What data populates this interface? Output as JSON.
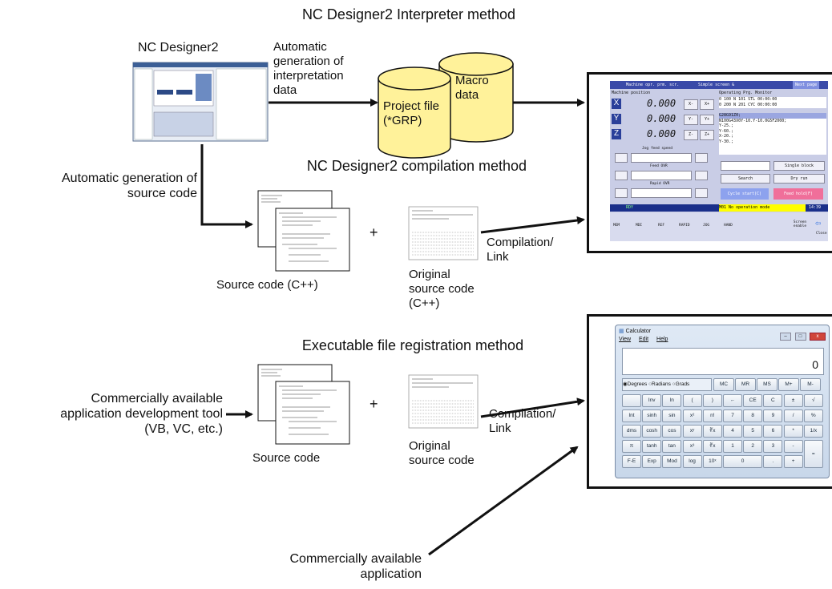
{
  "titles": {
    "interpreter": "NC Designer2 Interpreter method",
    "compilation": "NC Designer2 compilation method",
    "executable": "Executable file registration method"
  },
  "nc_designer_label": "NC Designer2",
  "arrow_labels": {
    "auto_interp": [
      "Automatic",
      "generation of",
      "interpretation",
      "data"
    ],
    "auto_source": [
      "Automatic generation of",
      "source code"
    ],
    "compile1": [
      "Compilation/",
      "Link"
    ],
    "compile2": [
      "Compilation/",
      "Link"
    ]
  },
  "cylinders": {
    "project": [
      "Project file",
      "(*GRP)"
    ],
    "macro": [
      "Macro",
      "data"
    ]
  },
  "captions": {
    "source_cpp": "Source code (C++)",
    "original_cpp": [
      "Original",
      "source code",
      "(C++)"
    ],
    "source": "Source code",
    "original": [
      "Original",
      "source code"
    ],
    "commercial_tool": [
      "Commercially available",
      "application development tool",
      "(VB, VC, etc.)"
    ],
    "commercial_app": [
      "Commercially available",
      "application"
    ]
  },
  "plus": "+",
  "nc_screen": {
    "tabs": [
      "Machine opr. prm. scr.",
      "Simple screen &",
      "Next page"
    ],
    "machine_position": "Machine position",
    "axes": [
      {
        "axis": "X",
        "value": "0.000",
        "minus": "X-",
        "plus": "X+"
      },
      {
        "axis": "Y",
        "value": "0.000",
        "minus": "Y-",
        "plus": "Y+"
      },
      {
        "axis": "Z",
        "value": "0.000",
        "minus": "Z-",
        "plus": "Z+"
      }
    ],
    "jog_feed": "Jog feed speed",
    "feed_ovr": "Feed OVR",
    "rapid_ovr": "Rapid OVR",
    "monitor_title": "Operating Prg. Monitor",
    "monitor_rows": [
      "0  100 N  101 STL  00:00:00",
      "0  200 N  201 CYC  00:00:00"
    ],
    "program": [
      "G28G91Z0;",
      "N100G43X0Y-10.Y-10.0G5F2000;",
      "Y-25.;",
      "Y-60.;",
      "X-20.;",
      "Y-30.;"
    ],
    "single_block": "Single block",
    "search": "Search",
    "dry_run": "Dry run",
    "cycle_start": "Cycle start(C)",
    "feed_hold": "Feed hold(F)",
    "status_left": "RDY",
    "status_msg": "M01 No operation mode",
    "time": "14:39",
    "bottom_keys": [
      "MEM",
      "MDI",
      "REF",
      "RAPID",
      "JOG",
      "HAND",
      "",
      "Screen enable",
      "Close"
    ]
  },
  "calculator": {
    "title": "Calculator",
    "menu": [
      "View",
      "Edit",
      "Help"
    ],
    "display": "0",
    "modes": [
      "Degrees",
      "Radians",
      "Grads"
    ],
    "mem_keys": [
      "MC",
      "MR",
      "MS",
      "M+",
      "M-"
    ],
    "rows": [
      [
        "",
        "Inv",
        "ln",
        "(",
        ")",
        "←",
        "CE",
        "C",
        "±",
        "√"
      ],
      [
        "Int",
        "sinh",
        "sin",
        "x²",
        "n!",
        "7",
        "8",
        "9",
        "/",
        "%"
      ],
      [
        "dms",
        "cosh",
        "cos",
        "xʸ",
        "∛x",
        "4",
        "5",
        "6",
        "*",
        "1/x"
      ],
      [
        "π",
        "tanh",
        "tan",
        "x³",
        "∛x",
        "1",
        "2",
        "3",
        "-",
        "="
      ],
      [
        "F-E",
        "Exp",
        "Mod",
        "log",
        "10ˣ",
        "0",
        "",
        ".",
        "+",
        ""
      ]
    ]
  },
  "colors": {
    "cylinder": "#fff29a",
    "nc_bg": "#c9cde6",
    "nc_status": "#ffff00",
    "calc_bg": "#dfe9f5"
  }
}
